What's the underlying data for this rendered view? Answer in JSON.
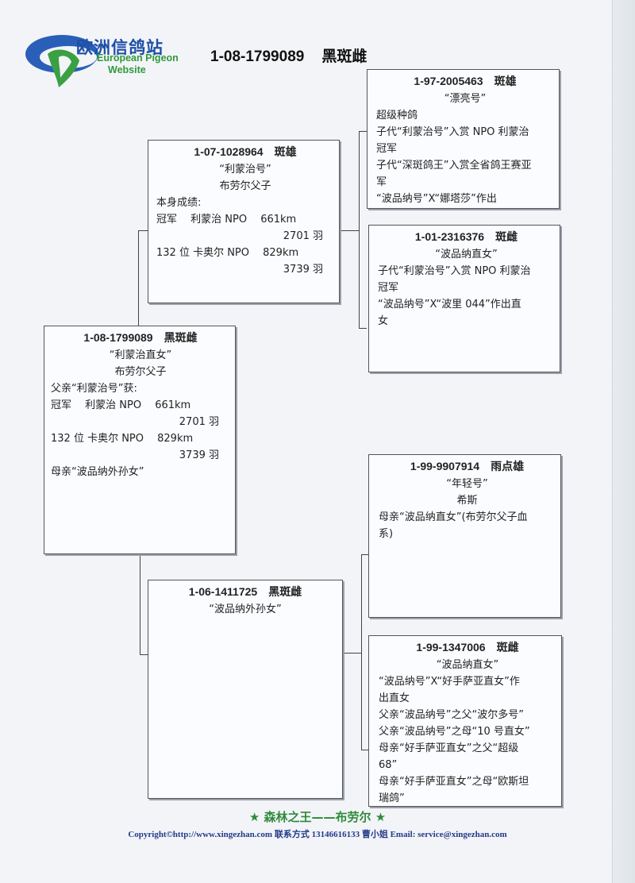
{
  "site": {
    "name_cn": "欧洲信鸽站",
    "name_en_1": "European Pigeon",
    "name_en_2": "Website"
  },
  "title": {
    "ring": "1-08-1799089",
    "color_sex": "黑斑雌"
  },
  "subject": {
    "ring": "1-08-1799089",
    "sex": "黑斑雌",
    "name": "“利蒙治直女”",
    "owner": "布劳尔父子",
    "lines": [
      "父亲“利蒙治号”获:",
      "冠军　 利蒙治 NPO　 661km",
      "2701 羽",
      "132 位 卡奥尔 NPO　 829km",
      "3739 羽",
      "母亲“波品纳外孙女”"
    ]
  },
  "sire": {
    "ring": "1-07-1028964",
    "sex": "斑雄",
    "name": "“利蒙治号”",
    "owner": "布劳尔父子",
    "lines": [
      "本身成绩:",
      "冠军　 利蒙治 NPO　 661km",
      "2701 羽",
      "132 位 卡奥尔 NPO　 829km",
      "3739 羽"
    ]
  },
  "dam": {
    "ring": "1-06-1411725",
    "sex": "黑斑雌",
    "name": "“波品纳外孙女”"
  },
  "sire_sire": {
    "ring": "1-97-2005463",
    "sex": "斑雄",
    "name": "“漂亮号”",
    "lines": [
      "超级种鸽",
      "子代“利蒙治号”入赏 NPO 利蒙治",
      "冠军",
      "子代“深斑鸽王”入赏全省鸽王赛亚",
      "军",
      "“波品纳号”X“娜塔莎”作出"
    ]
  },
  "sire_dam": {
    "ring": "1-01-2316376",
    "sex": "斑雌",
    "name": "“波品纳直女”",
    "lines": [
      "子代“利蒙治号”入赏 NPO 利蒙治",
      "冠军",
      "“波品纳号”X“波里 044”作出直",
      "女"
    ]
  },
  "dam_sire": {
    "ring": "1-99-9907914",
    "sex": "雨点雄",
    "name": "“年轻号”",
    "owner": "希斯",
    "lines": [
      "母亲“波品纳直女”(布劳尔父子血",
      "系)"
    ]
  },
  "dam_dam": {
    "ring": "1-99-1347006",
    "sex": "斑雌",
    "name": "“波品纳直女”",
    "lines": [
      "“波品纳号”X“好手萨亚直女”作",
      "出直女",
      "父亲“波品纳号”之父“波尔多号”",
      "父亲“波品纳号”之母“10 号直女”",
      "母亲“好手萨亚直女”之父“超级",
      "68”",
      "母亲“好手萨亚直女”之母“欧斯坦",
      "瑞鸽”"
    ]
  },
  "footer": {
    "motto": "★ 森林之王——布劳尔 ★",
    "copyright": "Copyright©http://www.xingezhan.com  联系方式 13146616133  曹小姐  Email:  service@xingezhan.com"
  }
}
